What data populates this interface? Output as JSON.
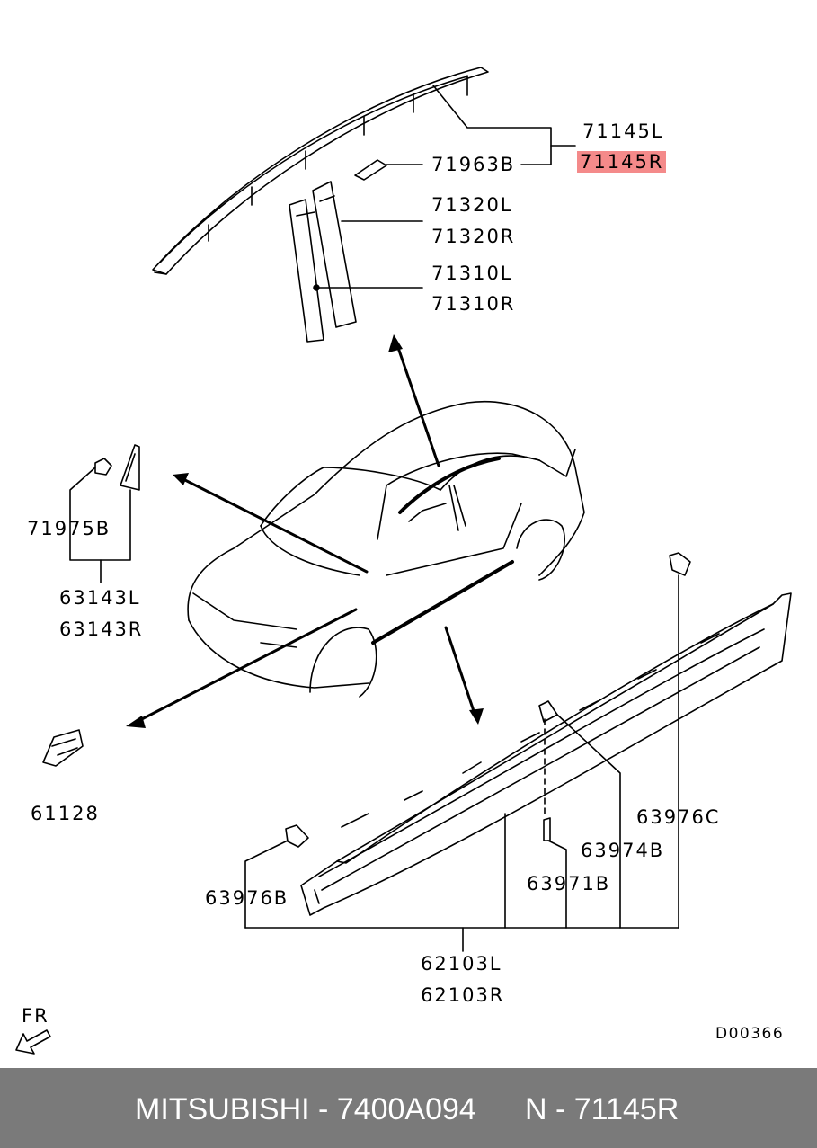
{
  "labels": {
    "l71145L": "71145L",
    "l71145R": "71145R",
    "l71963B": "71963B",
    "l71320L": "71320L",
    "l71320R": "71320R",
    "l71310L": "71310L",
    "l71310R": "71310R",
    "l71975B": "71975B",
    "l63143L": "63143L",
    "l63143R": "63143R",
    "l61128": "61128",
    "l63976C": "63976C",
    "l63974B": "63974B",
    "l63971B": "63971B",
    "l63976B": "63976B",
    "l62103L": "62103L",
    "l62103R": "62103R"
  },
  "highlight_color": "#f48a8a",
  "fr_text": "FR",
  "drawing_code": "D00366",
  "footer": {
    "brand_part": "MITSUBISHI - 7400A094",
    "ref": "N - 71145R",
    "background": "#7a7a7a"
  }
}
